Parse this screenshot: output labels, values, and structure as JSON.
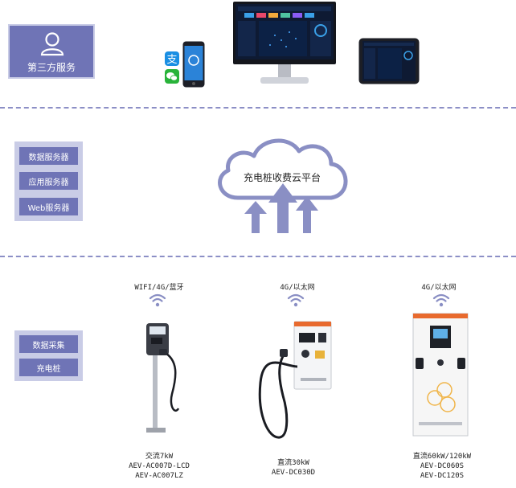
{
  "third_party": {
    "label": "第三方服务"
  },
  "servers": {
    "items": [
      "数据服务器",
      "应用服务器",
      "Web服务器"
    ]
  },
  "cloud": {
    "label": "充电桩收费云平台"
  },
  "collection": {
    "items": [
      "数据采集",
      "充电桩"
    ]
  },
  "chargers": [
    {
      "network": "WIFI/4G/蓝牙",
      "lines": [
        "交流7kW",
        "AEV-AC007D-LCD",
        "AEV-AC007LZ"
      ]
    },
    {
      "network": "4G/以太网",
      "lines": [
        "直流30kW",
        "AEV-DC030D"
      ]
    },
    {
      "network": "4G/以太网",
      "lines": [
        "直流60kW/120kW",
        "AEV-DC060S",
        "AEV-DC120S"
      ]
    }
  ],
  "colors": {
    "accent": "#6f74b6",
    "light": "#c9cce6",
    "arrow": "#8a8fc4",
    "divider": "#8c8fc6"
  }
}
